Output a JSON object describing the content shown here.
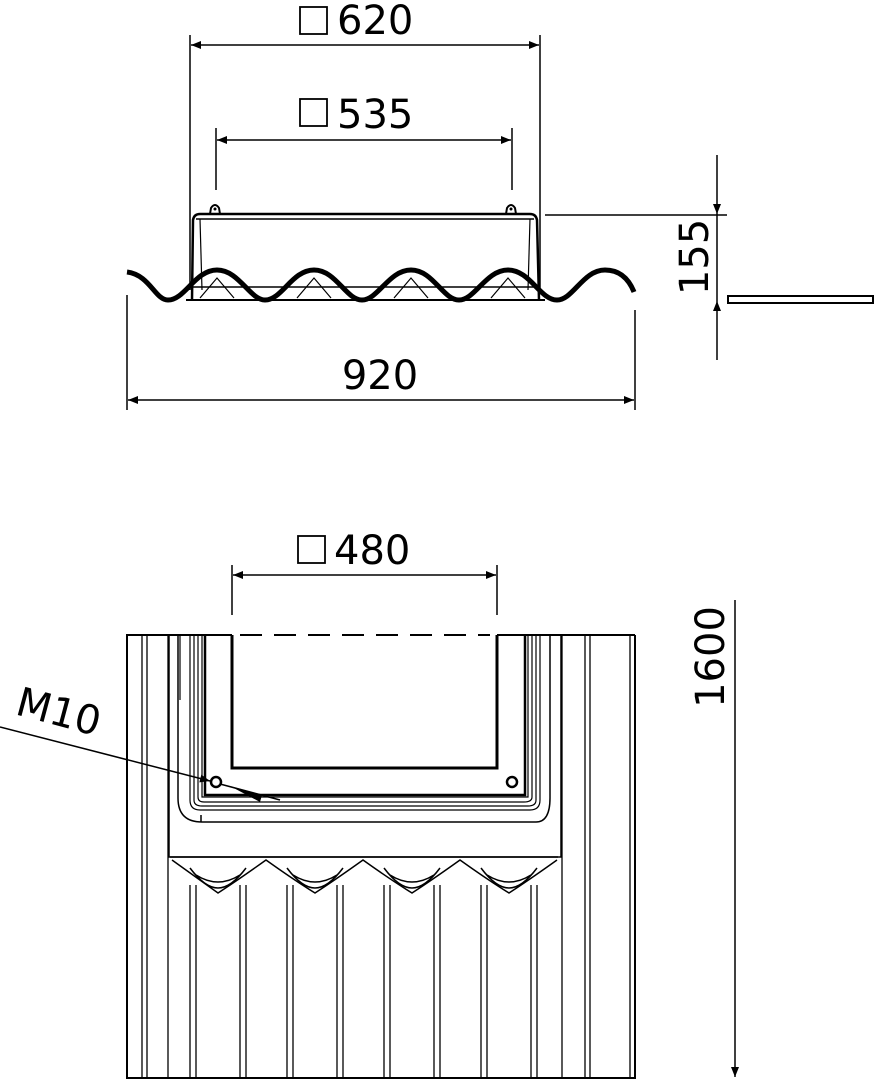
{
  "drawing": {
    "side_view": {
      "dim_outer_flange_top": "620",
      "dim_inner_top": "535",
      "dim_total_width": "920",
      "dim_height": "155",
      "square_symbol": "□"
    },
    "plan_view": {
      "dim_opening": "480",
      "dim_length": "1600",
      "bolt_label": "M10",
      "square_symbol": "□"
    },
    "colors": {
      "line": "#000000",
      "background": "#ffffff"
    }
  }
}
